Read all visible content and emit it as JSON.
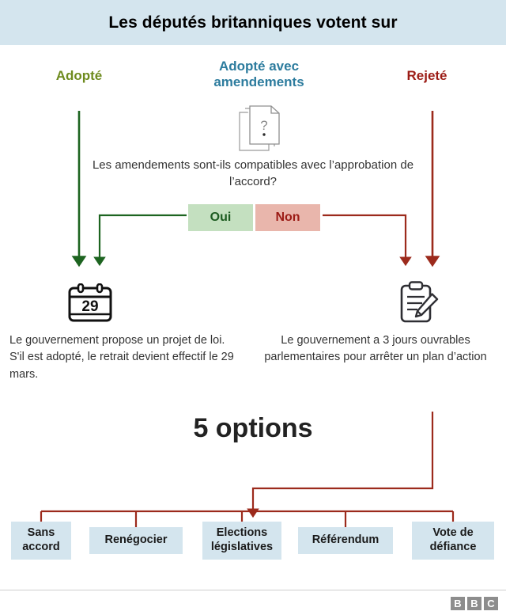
{
  "header": {
    "title": "Les députés britanniques votent sur"
  },
  "branches": {
    "adopted": {
      "label": "Adopté",
      "color": "#6e8b1e"
    },
    "amended": {
      "label": "Adopté avec amendements",
      "color": "#2d7c9e"
    },
    "rejected": {
      "label": "Rejeté",
      "color": "#9c1c16"
    }
  },
  "icons": {
    "question_document": "document-question-icon",
    "calendar": "calendar-29-icon",
    "clipboard": "clipboard-pencil-icon"
  },
  "question": {
    "text": "Les amendements sont-ils compatibles avec l’approbation de l’accord?",
    "answers": [
      {
        "label": "Oui",
        "bg": "#c4e0c0",
        "fg": "#1d5c21"
      },
      {
        "label": "Non",
        "bg": "#e9b6ac",
        "fg": "#9c1c16"
      }
    ]
  },
  "outcomes": {
    "calendar_day": "29",
    "left_caption": "Le gouvernement propose un projet de loi. S'il est adopté, le retrait devient effectif le 29 mars.",
    "right_caption": "Le gouvernement a 3 jours ouvrables parlementaires pour arrêter un plan d’action"
  },
  "options_section": {
    "title": "5 options",
    "boxes": [
      {
        "label": "Sans accord"
      },
      {
        "label": "Renégocier"
      },
      {
        "label": "Elections législatives"
      },
      {
        "label": "Référendum"
      },
      {
        "label": "Vote de défiance"
      }
    ]
  },
  "footer": {
    "logo_letters": [
      "B",
      "B",
      "C"
    ]
  },
  "colors": {
    "header_band": "#d4e5ee",
    "green_line": "#1d6420",
    "red_line": "#9c2a1c",
    "box_fill": "#d4e5ee"
  }
}
